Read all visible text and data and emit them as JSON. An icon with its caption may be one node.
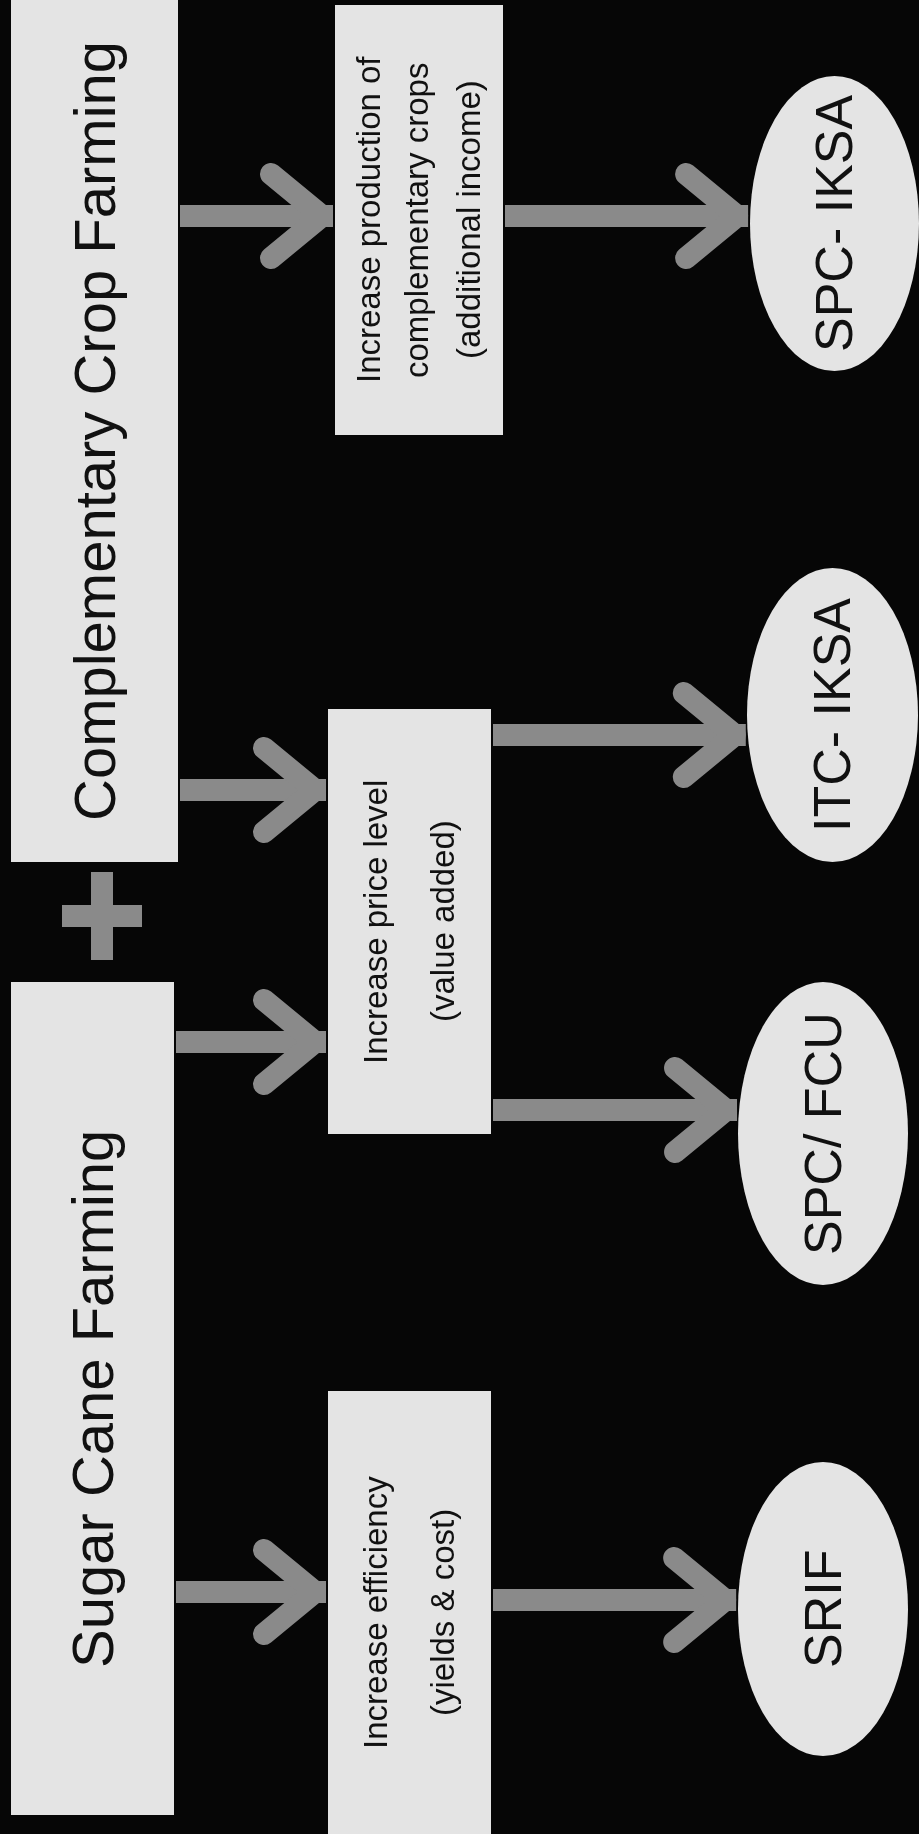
{
  "diagram": {
    "nodes": [
      {
        "text": [
          "Sugar Cane Farming"
        ]
      },
      {
        "text": [
          "Complementary Crop Farming"
        ]
      },
      {
        "text": [
          "Increase efficiency",
          "(yields & cost)"
        ]
      },
      {
        "text": [
          "Increase price level",
          "(value added)"
        ]
      },
      {
        "text": [
          "Increase production of complementary crops",
          "(additional income)"
        ]
      },
      {
        "text": [
          "SRIF"
        ]
      },
      {
        "text": [
          "SPC/ FCU"
        ]
      },
      {
        "text": [
          "ITC- IKSA"
        ]
      },
      {
        "text": [
          "SPC- IKSA"
        ]
      }
    ],
    "edges": [
      {
        "from": 0,
        "to": 2,
        "arrow": "to"
      },
      {
        "from": 0,
        "to": 3,
        "arrow": "to"
      },
      {
        "from": 1,
        "to": 3,
        "arrow": "to"
      },
      {
        "from": 1,
        "to": 4,
        "arrow": "to"
      },
      {
        "from": 2,
        "to": 5,
        "arrow": "to"
      },
      {
        "from": 3,
        "to": 6,
        "arrow": "to"
      },
      {
        "from": 3,
        "to": 7,
        "arrow": "to"
      },
      {
        "from": 4,
        "to": 8,
        "arrow": "to"
      }
    ]
  }
}
